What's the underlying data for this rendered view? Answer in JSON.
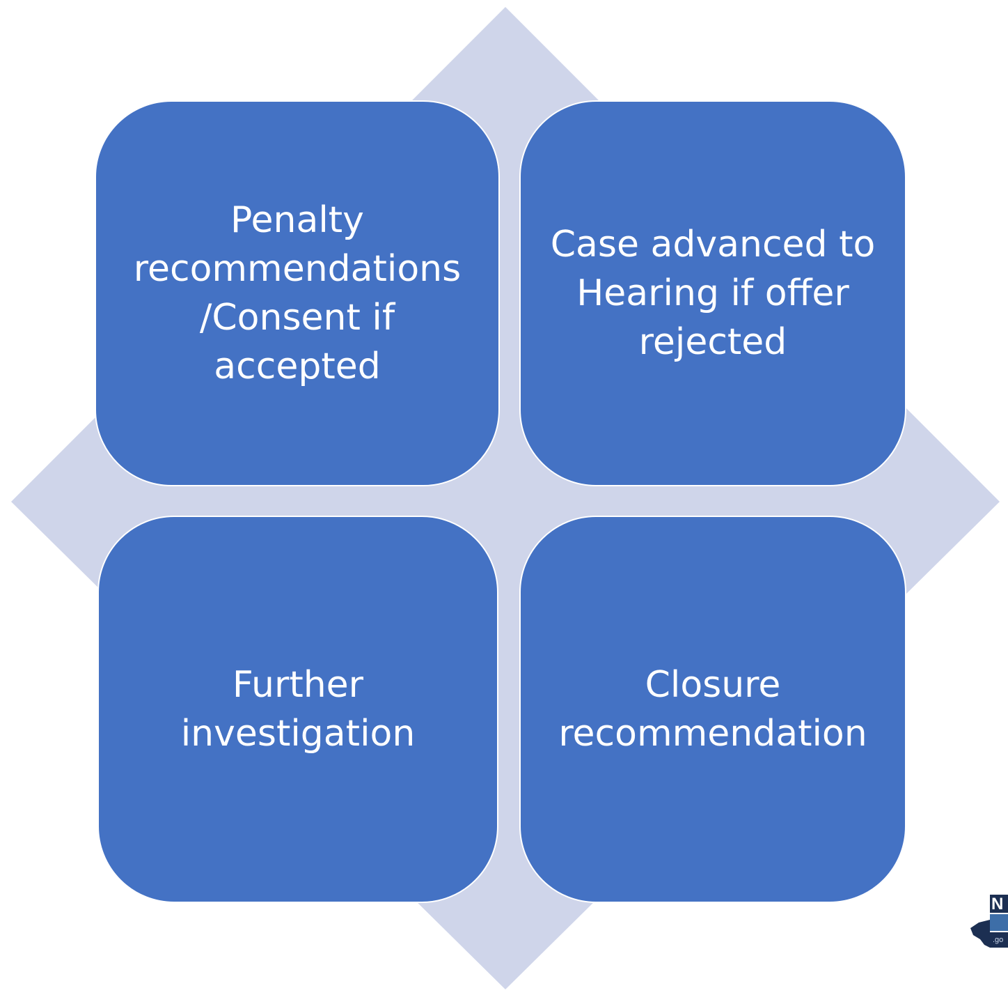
{
  "colors": {
    "background": "#ffffff",
    "diamond": "#cfd5ea",
    "box_fill": "#4472c4",
    "box_text": "#ffffff"
  },
  "quadrants": [
    {
      "label": "Penalty\nrecommendations\n/Consent if\naccepted"
    },
    {
      "label": "Case advanced to\nHearing if offer\nrejected"
    },
    {
      "label": "Further\ninvestigation"
    },
    {
      "label": "Closure\nrecommendation"
    }
  ],
  "logo": {
    "letter": "N",
    "suffix": ".go"
  }
}
